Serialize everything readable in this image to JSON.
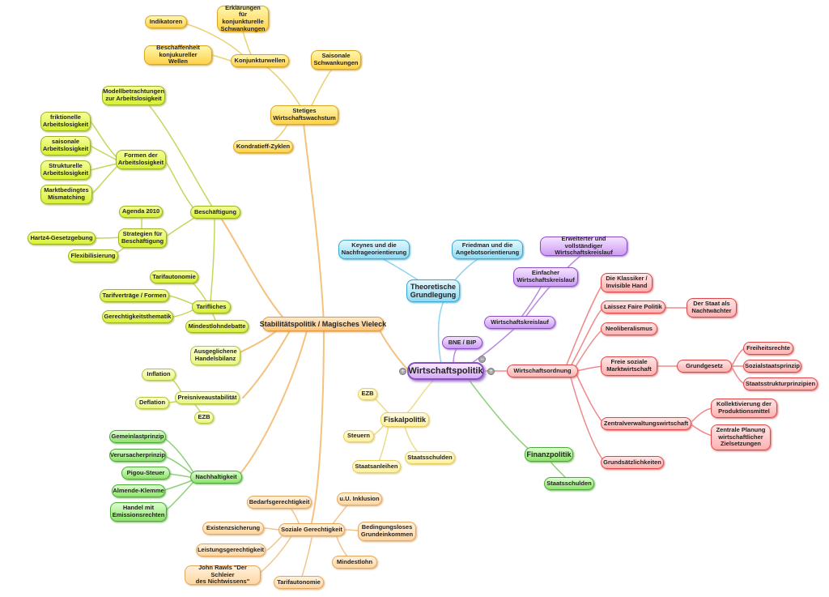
{
  "colors": {
    "yellow": "#ffd24a",
    "lime": "#d7ef36",
    "green": "#8fe26c",
    "orange": "#ffc47c",
    "purple": "#cc9bf5",
    "cyan": "#91dbf4",
    "red": "#ffb1b1"
  },
  "root": "Wirtschaftspolitik",
  "nodes": {
    "indikatoren": "Indikatoren",
    "erklaerungen": "Erklärungen für\nkonjunkturelle\nSchwankungen",
    "beschaffenheit": "Beschaffenheit\nkonjukureller Wellen",
    "konjunkturwellen": "Konjunkturwellen",
    "saisonal_schw": "Saisonale\nSchwankungen",
    "stetiges": "Stetiges\nWirtschaftswachstum",
    "kondratieff": "Kondratieff-Zyklen",
    "modell": "Modellbetrachtungen\nzur Arbeitslosigkeit",
    "friktionelle": "friktionelle\nArbeitslosigkeit",
    "saisonale_al": "saisonale\nArbeitslosigkeit",
    "strukturelle": "Strukturelle\nArbeitslosigkeit",
    "mismatching": "Marktbedingtes\nMismatching",
    "formen": "Formen der\nArbeitslosigkeit",
    "beschaeftigung": "Beschäftigung",
    "agenda": "Agenda 2010",
    "strategien": "Strategien für\nBeschäftigung",
    "hartz": "Hartz4-Gesetzgebung",
    "flexi": "Flexibilisierung",
    "tarifautonomie1": "Tarifautonomie",
    "tarifvertraege": "Tarifverträge / Formen",
    "tarifliches": "Tarifliches",
    "gerechtigkeitsthematik": "Gerechtigkeitsthematik",
    "mindestlohndebatte": "Mindestlohndebatte",
    "stabilitaet": "Stabilitätspolitik / Magisches Vieleck",
    "handelsbilanz": "Ausgeglichene\nHandelsbilanz",
    "inflation": "Inflation",
    "preisniveau": "Preisniveaustabilität",
    "deflation": "Deflation",
    "ezb1": "EZB",
    "gemeinlast": "Gemeinlastprinzip",
    "verursacher": "Verursacherprinzip",
    "pigou": "Pigou-Steuer",
    "almende": "Almende-Klemme",
    "handel_emission": "Handel mit\nEmissionsrechten",
    "nachhaltigkeit": "Nachhaltigkeit",
    "bedarf": "Bedarfsgerechtigkeit",
    "inklusion": "u.U. Inklusion",
    "existenz": "Existenzsicherung",
    "soziale_ger": "Soziale Gerechtigkeit",
    "grundeinkommen": "Bedingungsloses\nGrundeinkommen",
    "leistung": "Leistungsgerechtigkeit",
    "mindestlohn": "Mindestlohn",
    "rawls": "John Rawls \"Der Schleier\ndes Nichtwissens\"",
    "tarifautonomie2": "Tarifautonomie",
    "keynes": "Keynes und die\nNachfrageorientierung",
    "friedman": "Friedman und die\nAngebotsorientierung",
    "theoretische": "Theoretische\nGrundlegung",
    "erweiterter": "Erweiterter und vollständiger\nWirtschaftskreislauf",
    "einfacher": "Einfacher\nWirtschaftskreislauf",
    "kreislauf": "Wirtschaftskreislauf",
    "bne": "BNE / BIP",
    "ezb2": "EZB",
    "fiskal": "Fiskalpolitik",
    "steuern": "Steuern",
    "staatsschulden1": "Staatsschulden",
    "staatsanleihen": "Staatsanleihen",
    "finanzpolitik": "Finanzpolitik",
    "staatsschulden2": "Staatsschulden",
    "ordnung": "Wirtschaftsordnung",
    "klassiker": "Die Klassiker /\nInvisible Hand",
    "laissez": "Laissez Faire Politik",
    "nachtwaechter": "Der Staat als\nNachtwächter",
    "neolib": "Neoliberalismus",
    "freie": "Freie soziale\nMarktwirtschaft",
    "grundgesetz": "Grundgesetz",
    "freiheitsrechte": "Freiheitsrechte",
    "sozialstaat": "Sozialstaatsprinzip",
    "staatsstruktur": "Staatsstrukturprinzipien",
    "zentralverw": "Zentralverwaltungswirtschaft",
    "kollektiv": "Kollektivierung der\nProduktionsmittel",
    "zentralplan": "Zentrale Planung\nwirtschaftlicher\nZielsetzungen",
    "grundsaetzlich": "Grundsätzlichkeiten"
  }
}
